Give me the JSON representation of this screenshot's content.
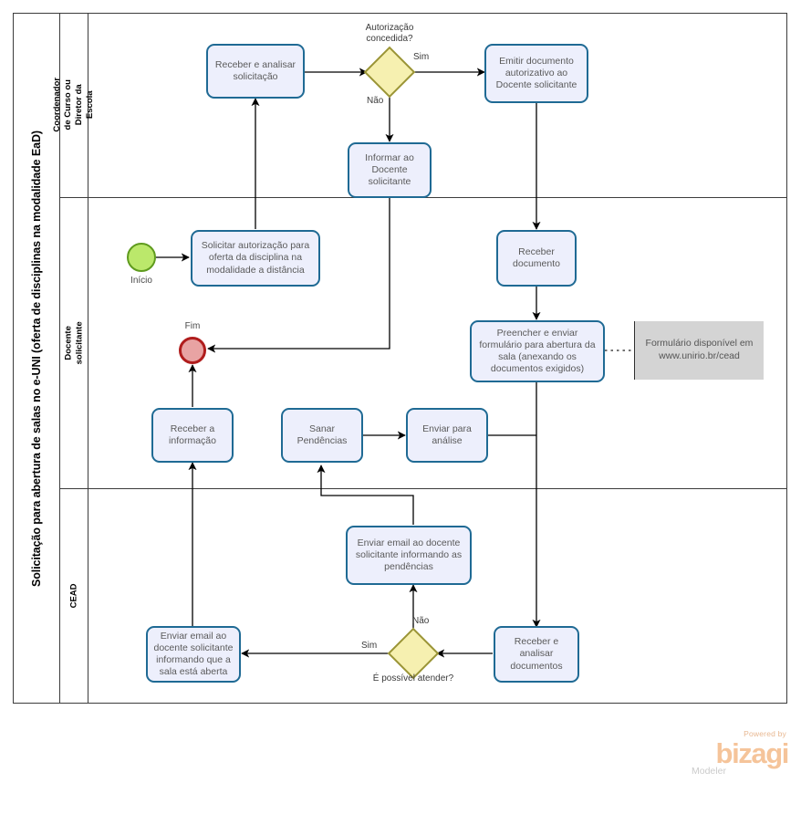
{
  "pool": {
    "title": "Solicitação para abertura de salas no e-UNI (oferta de disciplinas na modalidade EaD)"
  },
  "lanes": [
    {
      "id": "lane-coordenador",
      "label": "Coordenador de Curso ou Diretor da Escola"
    },
    {
      "id": "lane-docente",
      "label": "Docente  solicitante"
    },
    {
      "id": "lane-cead",
      "label": "CEAD"
    }
  ],
  "events": {
    "start": {
      "label": "Início",
      "color": "#bbe86b",
      "border": "#5f9b1e"
    },
    "end": {
      "label": "Fim",
      "color": "#e8a3a3",
      "border": "#b01c1c"
    }
  },
  "tasks": {
    "receber_analisar_solicitacao": "Receber  e analisar\nsolicitação",
    "emitir_documento": "Emitir documento\nautorizativo ao\nDocente solicitante",
    "informar_docente": "Informar ao\nDocente\nsolicitante",
    "solicitar_autorizacao": "Solicitar autorização para\noferta da disciplina na\nmodalidade a distância",
    "receber_documento": "Receber\ndocumento",
    "preencher_enviar_formulario": "Preencher e enviar\nformulário para abertura da\nsala (anexando os\ndocumentos exigidos)",
    "receber_informacao": "Receber a\ninformação",
    "sanar_pendencias": "Sanar\nPendências",
    "enviar_para_analise": "Enviar para\nanálise",
    "enviar_email_pendencias": "Enviar email ao docente\nsolicitante informando as\npendências",
    "enviar_email_sala_aberta": "Enviar email ao\ndocente solicitante\ninformando que a\nsala está aberta",
    "receber_analisar_documentos": "Receber e\nanalisar\ndocumentos"
  },
  "gateways": {
    "autorizacao": {
      "label": "Autorização\nconcedida?",
      "yes": "Sim",
      "no": "Não"
    },
    "atender": {
      "label": "É possível atender?",
      "yes": "Sim",
      "no": "Não"
    }
  },
  "annotation": {
    "text": "Formulário disponível em\nwww.unirio.br/cead"
  },
  "watermark": {
    "powered": "Powered by",
    "brand": "bizagi",
    "product": "Modeler"
  },
  "colors": {
    "task_fill": "#edeffc",
    "task_border": "#1f6a94",
    "gateway_fill": "#f6f0b0",
    "gateway_border": "#9a9436",
    "annotation_fill": "#d4d4d4",
    "pool_border": "#3c3c3c"
  }
}
